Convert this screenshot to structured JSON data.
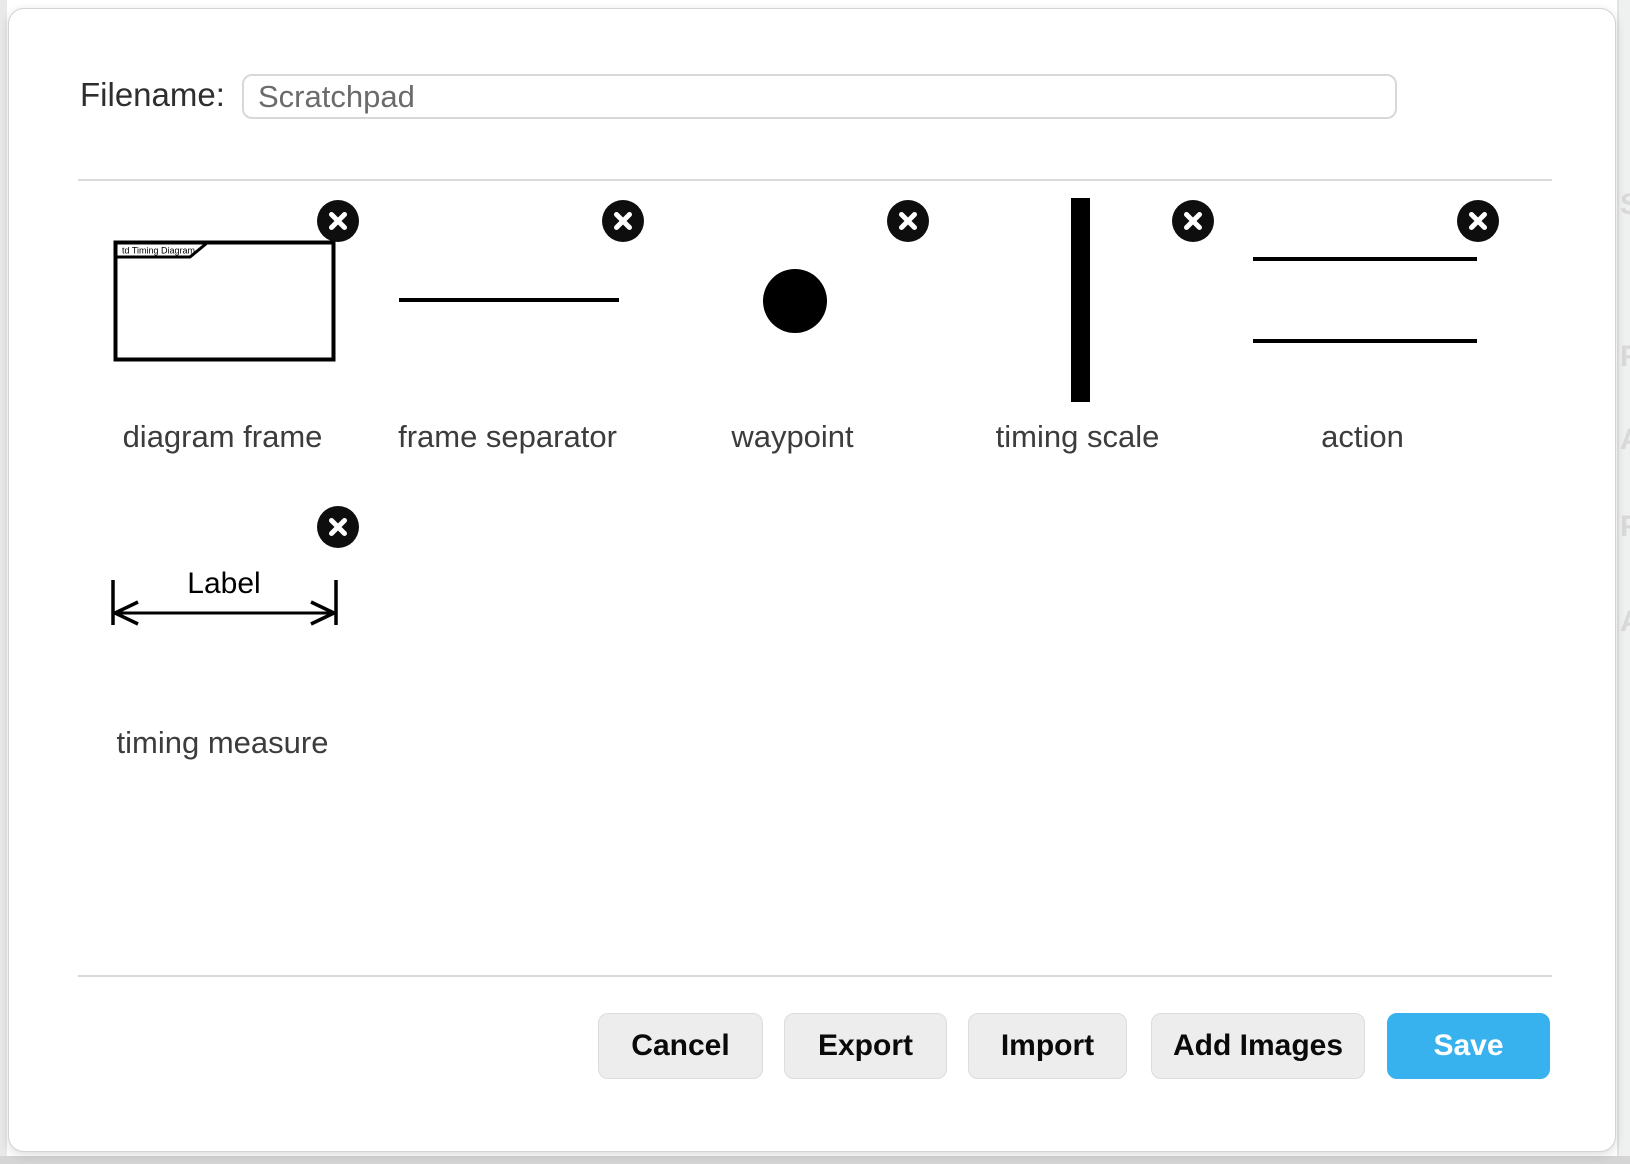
{
  "dialog": {
    "filename_label": "Filename:",
    "filename_value": "Scratchpad"
  },
  "items": [
    {
      "label": "diagram frame",
      "tab_text": "td Timing Diagram"
    },
    {
      "label": "frame separator"
    },
    {
      "label": "waypoint"
    },
    {
      "label": "timing scale"
    },
    {
      "label": "action"
    },
    {
      "label": "timing measure",
      "measure_label": "Label"
    }
  ],
  "footer": {
    "cancel": "Cancel",
    "export": "Export",
    "import": "Import",
    "add_images": "Add Images",
    "save": "Save"
  },
  "colors": {
    "save_button": "#38b2ee",
    "badge": "#0e0e0e",
    "shape_ink": "#000000",
    "separator": "#dadada"
  },
  "background_edge_letters": [
    "S",
    "F",
    "A",
    "F",
    "A"
  ]
}
